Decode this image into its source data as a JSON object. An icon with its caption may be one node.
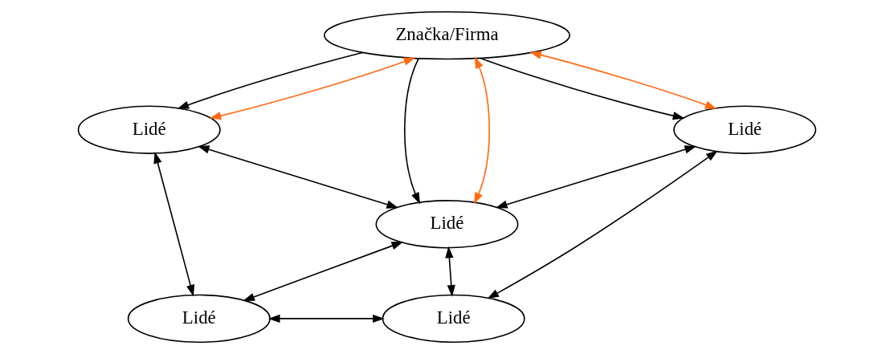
{
  "diagram": {
    "nodes": [
      {
        "text": [
          "Značka/Firma"
        ]
      },
      {
        "text": [
          "Lidé"
        ]
      },
      {
        "text": [
          "Lidé"
        ]
      },
      {
        "text": [
          "Lidé"
        ]
      },
      {
        "text": [
          "Lidé"
        ]
      },
      {
        "text": [
          "Lidé"
        ]
      }
    ],
    "edges": [
      {
        "from": 0,
        "to": 1,
        "arrow": "to"
      },
      {
        "from": 0,
        "to": 1,
        "arrow": "both",
        "color": "#ff6a13"
      },
      {
        "from": 0,
        "to": 3,
        "arrow": "to"
      },
      {
        "from": 0,
        "to": 3,
        "arrow": "both",
        "color": "#ff6a13"
      },
      {
        "from": 0,
        "to": 2,
        "arrow": "to"
      },
      {
        "from": 0,
        "to": 2,
        "arrow": "both",
        "color": "#ff6a13"
      },
      {
        "from": 1,
        "to": 3,
        "arrow": "both"
      },
      {
        "from": 3,
        "to": 2,
        "arrow": "both"
      },
      {
        "from": 1,
        "to": 5,
        "arrow": "both"
      },
      {
        "from": 3,
        "to": 5,
        "arrow": "both"
      },
      {
        "from": 3,
        "to": 4,
        "arrow": "both"
      },
      {
        "from": 2,
        "to": 4,
        "arrow": "both"
      },
      {
        "from": 5,
        "to": 4,
        "arrow": "both"
      }
    ]
  }
}
